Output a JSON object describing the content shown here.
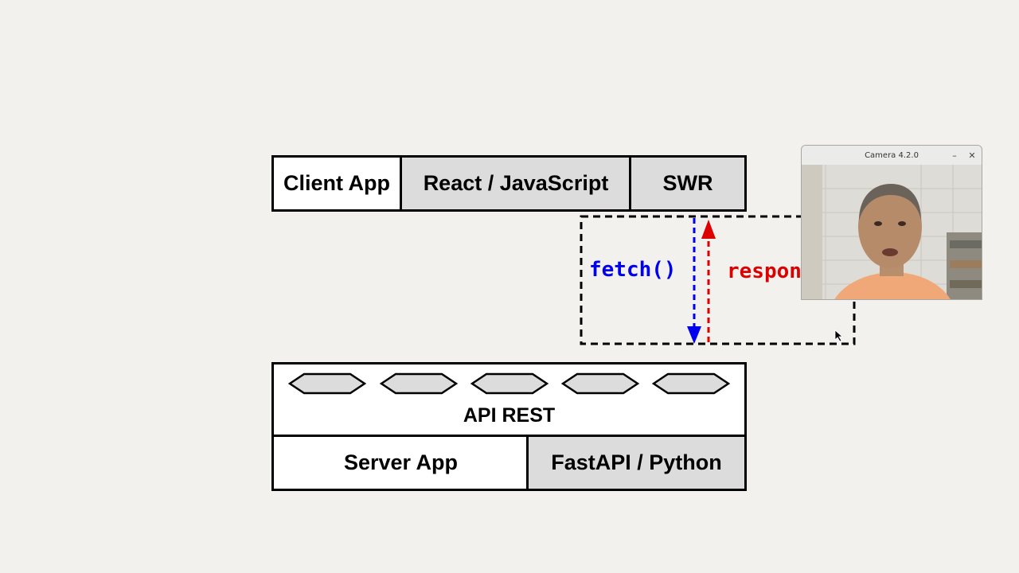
{
  "client_row": {
    "name": "Client App",
    "technology": "React / JavaScript",
    "library": "SWR"
  },
  "flow": {
    "request_label": "fetch()",
    "response_label": "respon",
    "request_color": "#0000ee",
    "response_color": "#dd0000"
  },
  "api": {
    "label": "API REST",
    "endpoint_count": 5
  },
  "server_row": {
    "name": "Server App",
    "technology": "FastAPI / Python"
  },
  "camera_window": {
    "title": "Camera 4.2.0",
    "minimize_symbol": "–",
    "close_symbol": "✕"
  }
}
